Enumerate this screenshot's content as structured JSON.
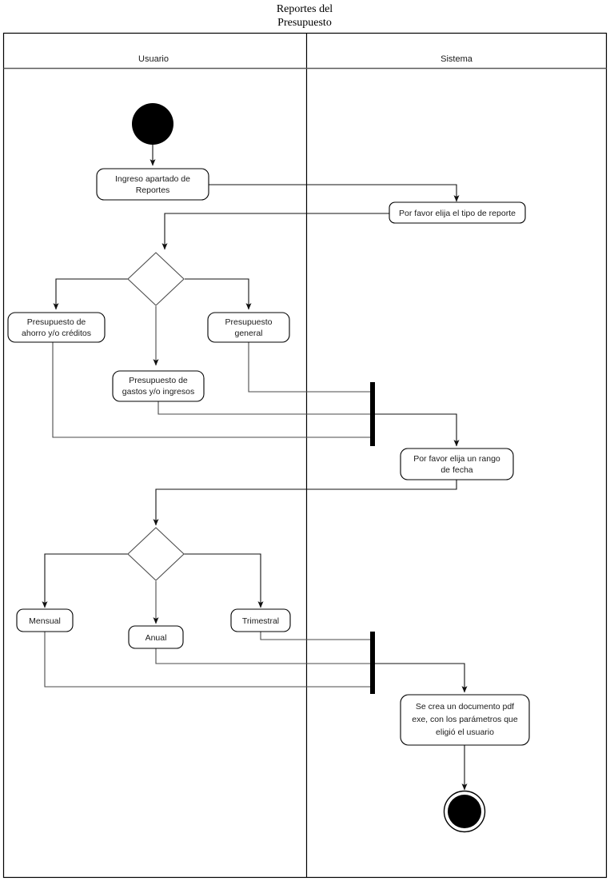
{
  "diagram": {
    "title_line1": "Reportes del",
    "title_line2": "Presupuesto",
    "type": "uml-activity-diagram",
    "colors": {
      "stroke": "#000000",
      "flow": "#4a4a4a",
      "fill": "#ffffff",
      "text": "#1a1a1a"
    }
  },
  "lanes": [
    {
      "id": "usuario",
      "label": "Usuario"
    },
    {
      "id": "sistema",
      "label": "Sistema"
    }
  ],
  "nodes": {
    "start": {
      "kind": "initial-node",
      "label": ""
    },
    "ingreso": {
      "kind": "action",
      "line1": "Ingreso apartado de",
      "line2": "Reportes"
    },
    "tipo_reporte": {
      "kind": "action",
      "line1": "Por favor elija el tipo de reporte"
    },
    "decision_tipo": {
      "kind": "decision",
      "label": ""
    },
    "ahorro": {
      "kind": "action",
      "line1": "Presupuesto de",
      "line2": "ahorro y/o créditos"
    },
    "gastos": {
      "kind": "action",
      "line1": "Presupuesto de",
      "line2": "gastos y/o ingresos"
    },
    "general": {
      "kind": "action",
      "line1": "Presupuesto",
      "line2": "general"
    },
    "merge_tipo": {
      "kind": "merge-bar",
      "label": ""
    },
    "rango_fecha": {
      "kind": "action",
      "line1": "Por favor elija un rango",
      "line2": "de fecha"
    },
    "decision_rango": {
      "kind": "decision",
      "label": ""
    },
    "mensual": {
      "kind": "action",
      "line1": "Mensual"
    },
    "anual": {
      "kind": "action",
      "line1": "Anual"
    },
    "trimestral": {
      "kind": "action",
      "line1": "Trimestral"
    },
    "merge_rango": {
      "kind": "merge-bar",
      "label": ""
    },
    "documento": {
      "kind": "action",
      "line1": "Se crea un documento pdf",
      "line2": "exe, con los parámetros que",
      "line3": "eligió el usuario"
    },
    "end": {
      "kind": "final-node",
      "label": ""
    }
  }
}
